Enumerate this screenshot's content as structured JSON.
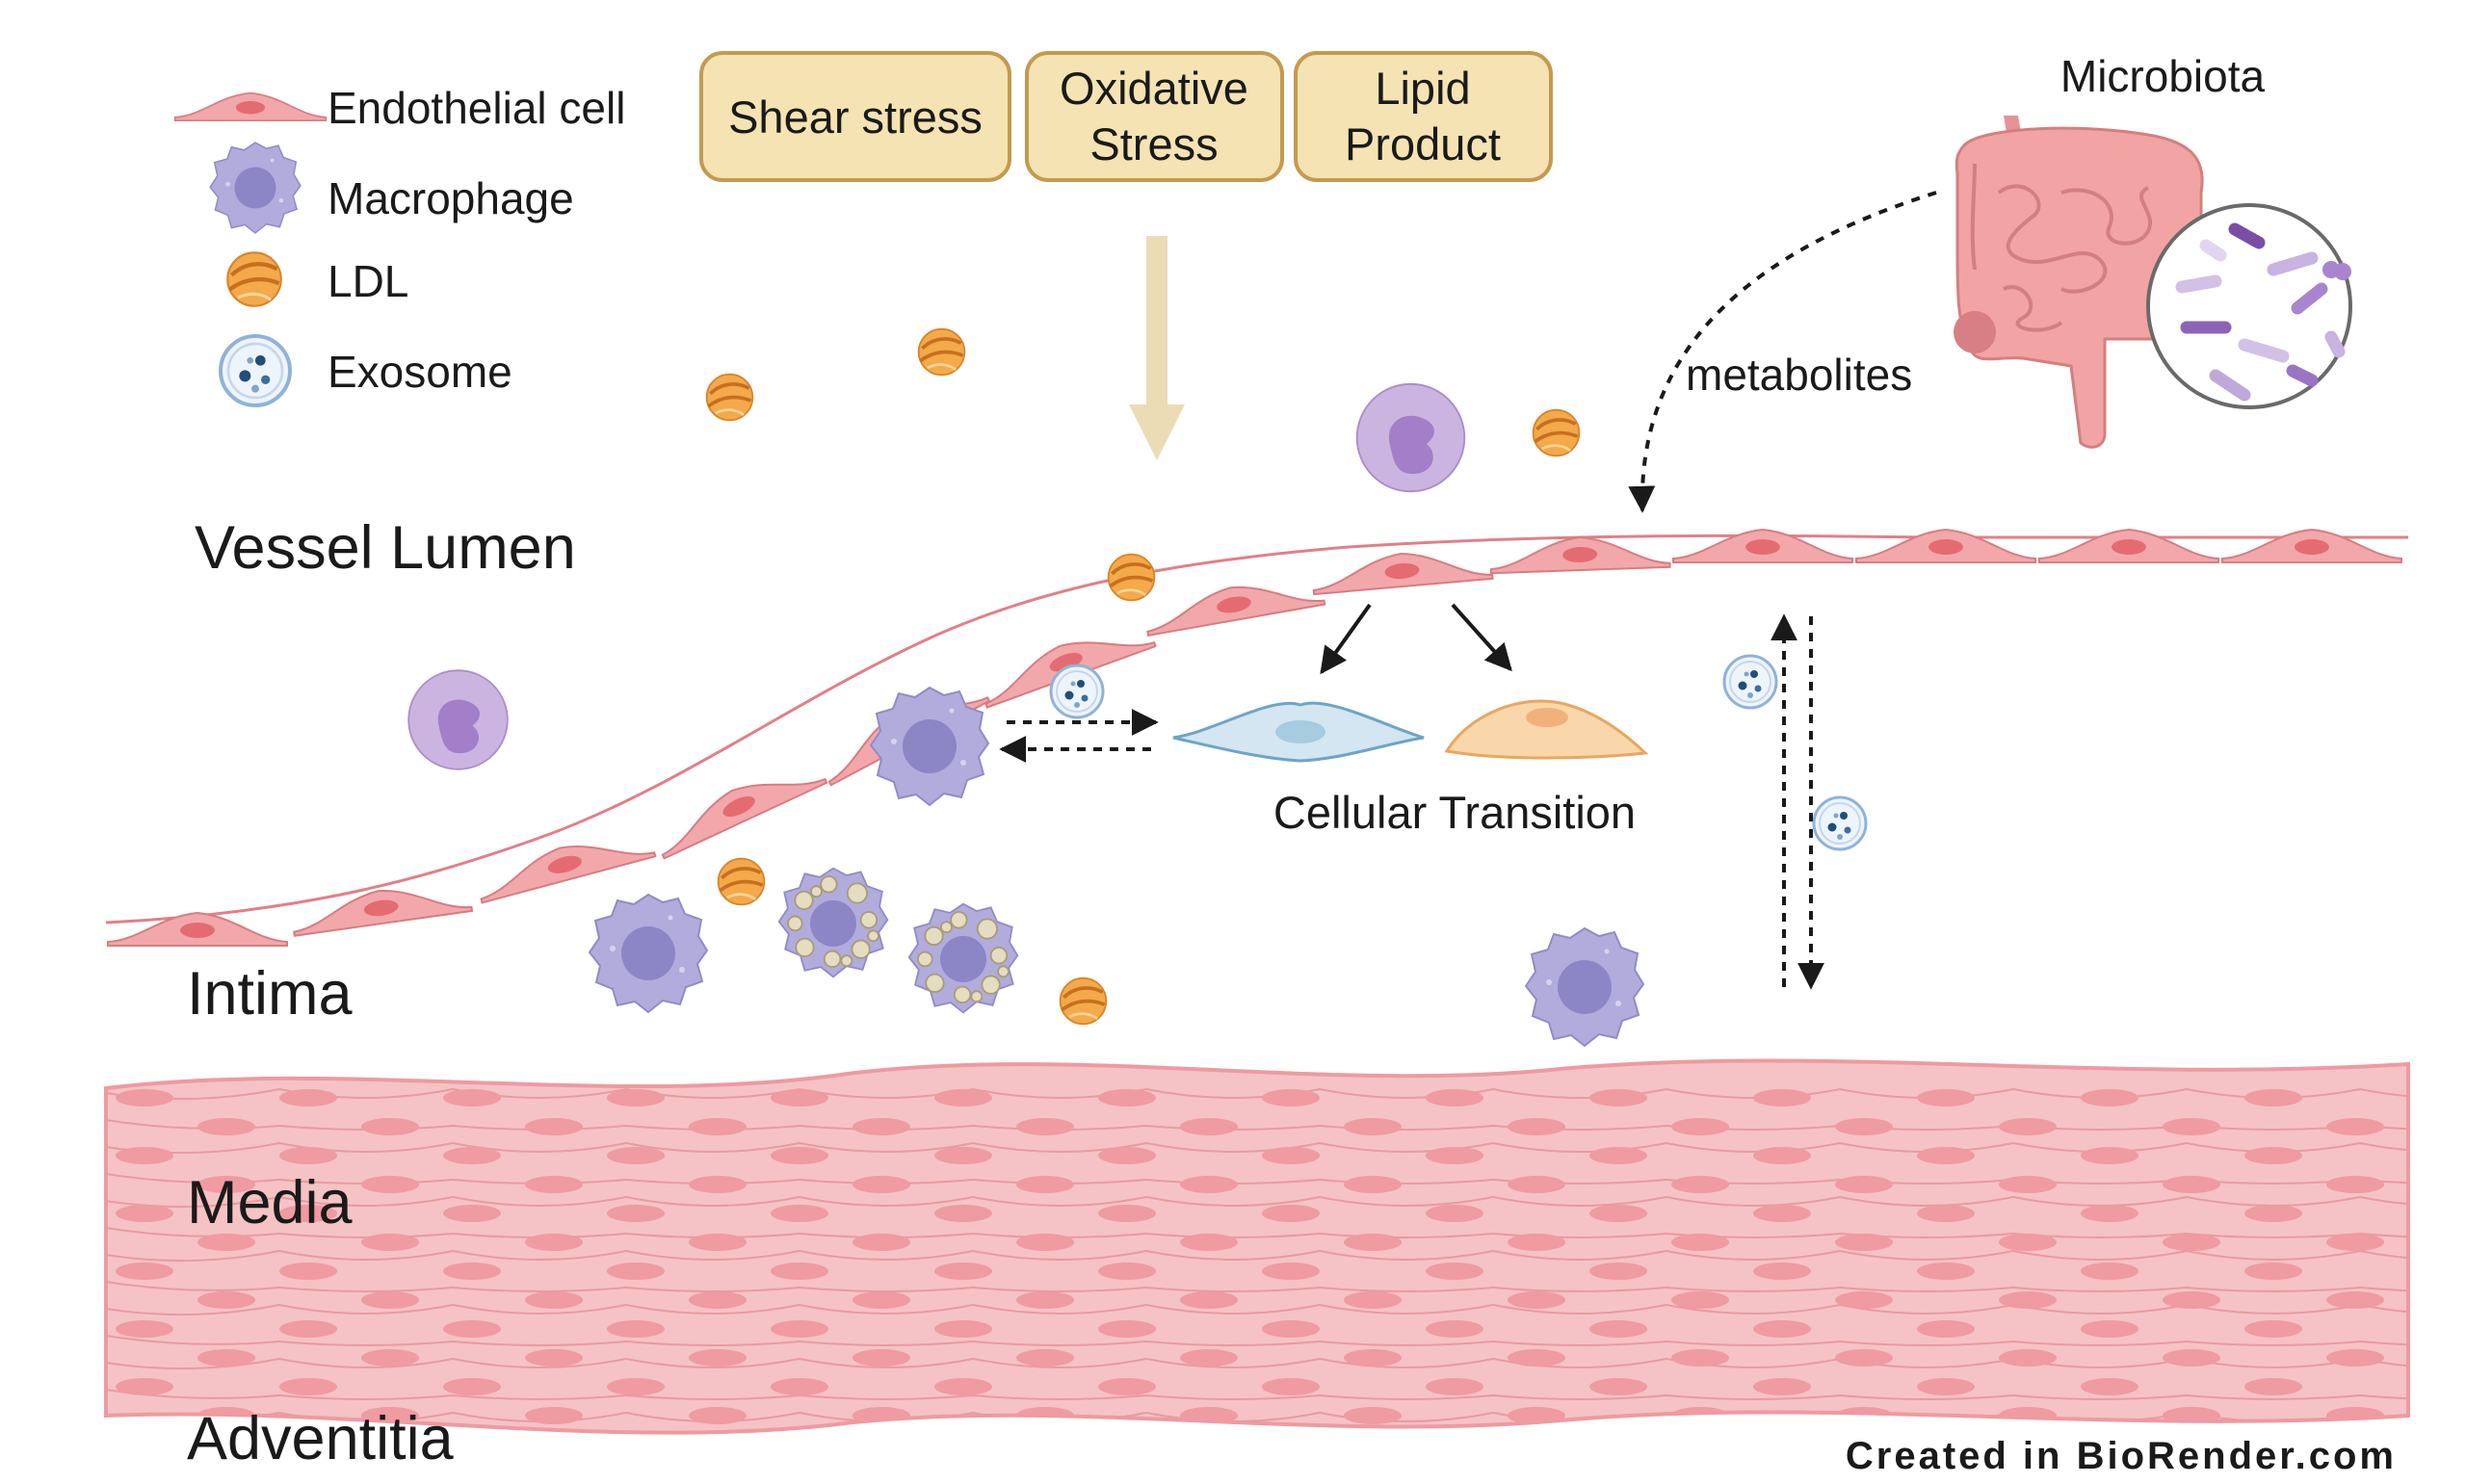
{
  "legend": {
    "endothelial": "Endothelial cell",
    "macrophage": "Macrophage",
    "ldl": "LDL",
    "exosome": "Exosome"
  },
  "stimuli": {
    "shear": "Shear stress",
    "oxidative_l1": "Oxidative",
    "oxidative_l2": "Stress",
    "lipid_l1": "Lipid",
    "lipid_l2": "Product"
  },
  "microbiota": {
    "title": "Microbiota",
    "metabolites": "metabolites"
  },
  "regions": {
    "lumen": "Vessel Lumen",
    "intima": "Intima",
    "media": "Media",
    "adventitia": "Adventitia"
  },
  "transition": "Cellular Transition",
  "credit": "Created in BioRender.com",
  "colors": {
    "endothelium_fill": "#f2a8ab",
    "endothelium_nucleus": "#e56b73",
    "media_fill": "#f5c3c5",
    "macrophage_fill": "#b1acdc",
    "macrophage_nucleus": "#8c86c7",
    "ldl_fill": "#f4a94a",
    "stimulus_box_fill": "#f5e3b3",
    "stimulus_box_stroke": "#c59a4e",
    "arrow_tan": "#ecdcb6"
  }
}
